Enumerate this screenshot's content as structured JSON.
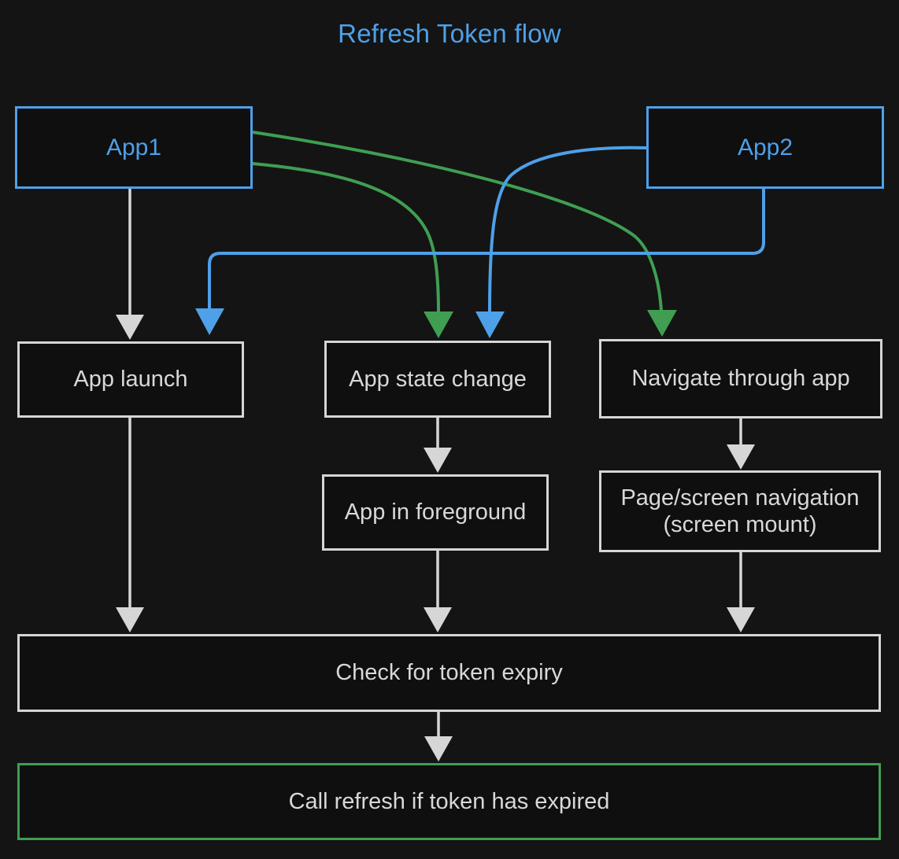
{
  "title": "Refresh Token flow",
  "colors": {
    "background": "#141414",
    "blue": "#4ea0e8",
    "green": "#3f9e52",
    "gray": "#d6d6d6",
    "node_fill": "#0f0f0f"
  },
  "nodes": {
    "app1": "App1",
    "app2": "App2",
    "app_launch": "App launch",
    "app_state_change": "App state change",
    "navigate_through_app": "Navigate through app",
    "app_in_foreground": "App in foreground",
    "page_screen_navigation": "Page/screen navigation\n(screen mount)",
    "check_token_expiry": "Check for token expiry",
    "call_refresh": "Call refresh if token has expired"
  },
  "edges": [
    {
      "id": "app1-to-app-launch",
      "from": "app1",
      "to": "app_launch",
      "color": "#d6d6d6"
    },
    {
      "id": "app1-to-app-state-change",
      "from": "app1",
      "to": "app_state_change",
      "color": "#3f9e52"
    },
    {
      "id": "app1-to-navigate",
      "from": "app1",
      "to": "navigate_through_app",
      "color": "#3f9e52"
    },
    {
      "id": "app2-to-app-state-change",
      "from": "app2",
      "to": "app_state_change",
      "color": "#4ea0e8"
    },
    {
      "id": "app2-to-app-launch",
      "from": "app2",
      "to": "app_launch",
      "color": "#4ea0e8"
    },
    {
      "id": "app-launch-to-check",
      "from": "app_launch",
      "to": "check_token_expiry",
      "color": "#d6d6d6"
    },
    {
      "id": "app-state-to-foreground",
      "from": "app_state_change",
      "to": "app_in_foreground",
      "color": "#d6d6d6"
    },
    {
      "id": "foreground-to-check",
      "from": "app_in_foreground",
      "to": "check_token_expiry",
      "color": "#d6d6d6"
    },
    {
      "id": "navigate-to-page-screen",
      "from": "navigate_through_app",
      "to": "page_screen_navigation",
      "color": "#d6d6d6"
    },
    {
      "id": "page-screen-to-check",
      "from": "page_screen_navigation",
      "to": "check_token_expiry",
      "color": "#d6d6d6"
    },
    {
      "id": "check-to-call-refresh",
      "from": "check_token_expiry",
      "to": "call_refresh",
      "color": "#d6d6d6"
    }
  ]
}
